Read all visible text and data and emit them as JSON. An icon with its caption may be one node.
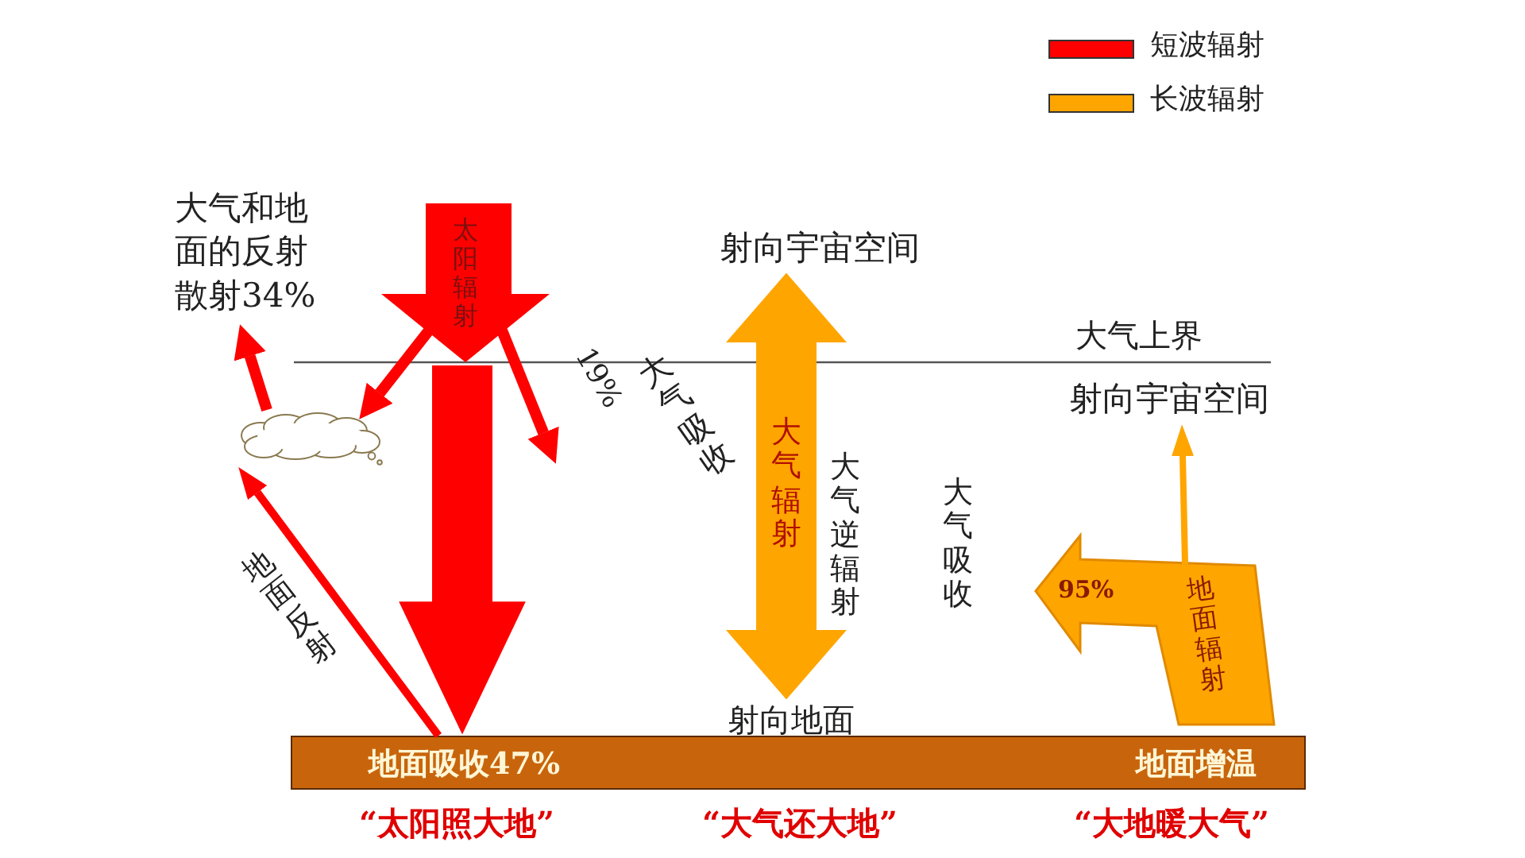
{
  "diagram": {
    "nodes": [
      {
        "text": [
          "大气和地面的反射散射34%"
        ]
      },
      {
        "text": [],
        "shape": "cloud"
      },
      {
        "text": [
          "太阳辐射"
        ]
      },
      {
        "text": [
          "地面吸收47%",
          "地面增温"
        ]
      },
      {
        "text": [
          "射向宇宙空间"
        ]
      },
      {
        "text": [
          "射向地面"
        ]
      },
      {
        "text": [
          "射向宇宙空间"
        ]
      },
      {
        "text": [
          "地面辐射",
          "95%"
        ]
      }
    ],
    "edges": [
      {
        "from": 2,
        "to": 1,
        "arrow": "to"
      },
      {
        "from": 2,
        "to": 3,
        "arrow": "to",
        "style": "thick"
      },
      {
        "from": 2,
        "to": null,
        "arrow": "to",
        "label": "大气吸收"
      },
      {
        "from": 1,
        "to": 0,
        "arrow": "to"
      },
      {
        "from": 3,
        "to": 1,
        "arrow": "to",
        "label": "地面反射"
      },
      {
        "from": 5,
        "to": 4,
        "arrow": "both",
        "style": "thick",
        "color": "#ffa500",
        "label": "大气辐射"
      },
      {
        "from": 7,
        "to": 6,
        "arrow": "to",
        "color": "#ffa500"
      }
    ],
    "labels": [
      "19%",
      "大气上界",
      "大气逆辐射",
      "大气吸收",
      "“太阳照大地”",
      "“大气还大地”",
      "“大地暖大气”"
    ],
    "legend": [
      {
        "text": "短波辐射",
        "color": "#ff0000"
      },
      {
        "text": "长波辐射",
        "color": "#ffa500"
      }
    ]
  }
}
